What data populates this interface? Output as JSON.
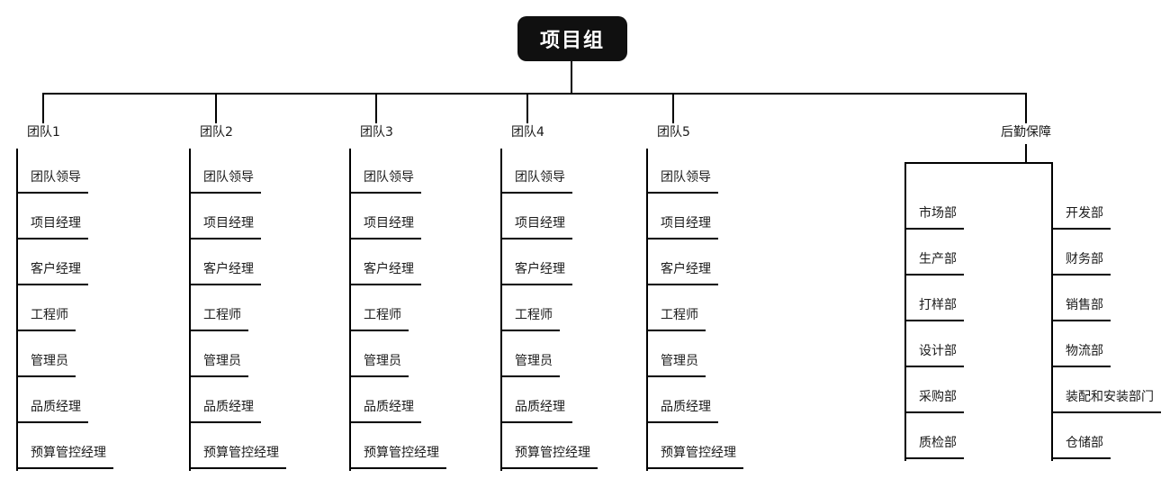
{
  "root": {
    "label": "项目组"
  },
  "teams": [
    {
      "label": "团队1",
      "roles": [
        "团队领导",
        "项目经理",
        "客户经理",
        "工程师",
        "管理员",
        "品质经理",
        "预算管控经理"
      ]
    },
    {
      "label": "团队2",
      "roles": [
        "团队领导",
        "项目经理",
        "客户经理",
        "工程师",
        "管理员",
        "品质经理",
        "预算管控经理"
      ]
    },
    {
      "label": "团队3",
      "roles": [
        "团队领导",
        "项目经理",
        "客户经理",
        "工程师",
        "管理员",
        "品质经理",
        "预算管控经理"
      ]
    },
    {
      "label": "团队4",
      "roles": [
        "团队领导",
        "项目经理",
        "客户经理",
        "工程师",
        "管理员",
        "品质经理",
        "预算管控经理"
      ]
    },
    {
      "label": "团队5",
      "roles": [
        "团队领导",
        "项目经理",
        "客户经理",
        "工程师",
        "管理员",
        "品质经理",
        "预算管控经理"
      ]
    }
  ],
  "logistics": {
    "label": "后勤保障",
    "left_column": [
      "市场部",
      "生产部",
      "打样部",
      "设计部",
      "采购部",
      "质检部"
    ],
    "right_column": [
      "开发部",
      "财务部",
      "销售部",
      "物流部",
      "装配和安装部门",
      "仓储部"
    ]
  },
  "colors": {
    "line": "#000000",
    "root_bg": "#101010",
    "root_text": "#ffffff",
    "text": "#1a1a1a"
  }
}
